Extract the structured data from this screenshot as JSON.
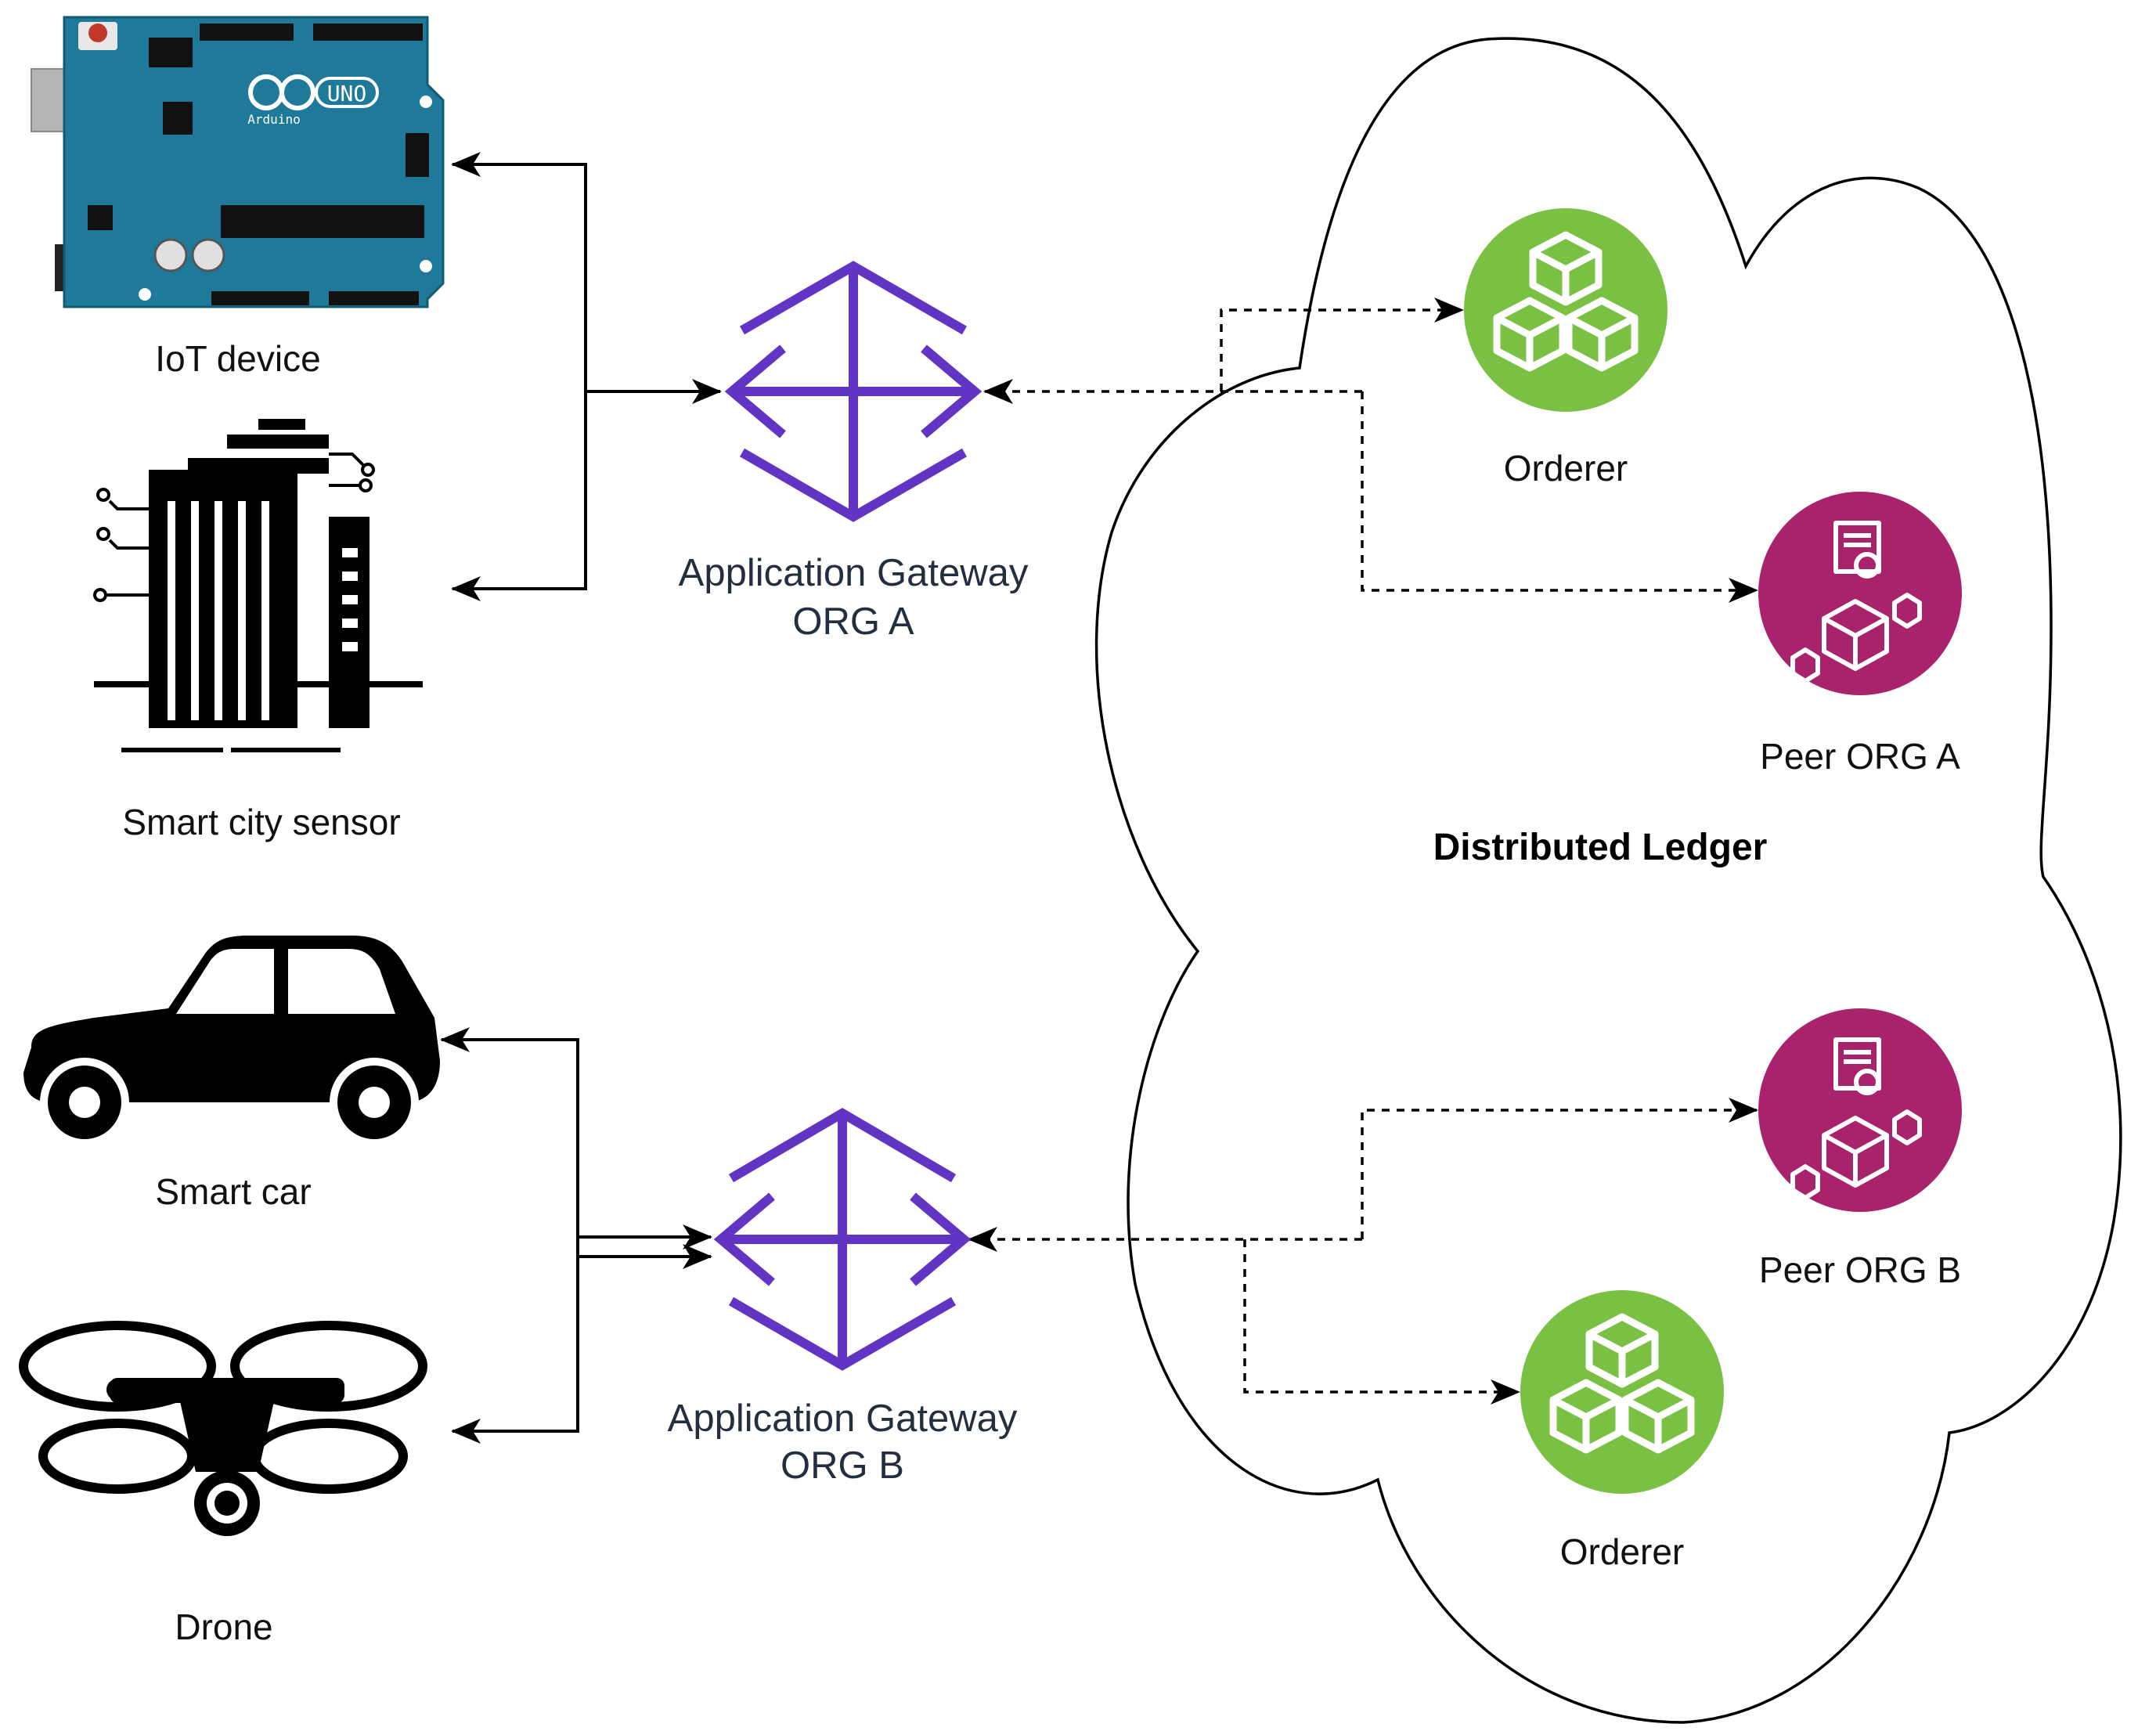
{
  "devices": {
    "iot_label": "IoT device",
    "city_label": "Smart city sensor",
    "car_label": "Smart car",
    "drone_label": "Drone",
    "board_logo": "UNO",
    "board_brand": "Arduino"
  },
  "gateways": {
    "a_line1": "Application Gateway",
    "a_line2": "ORG A",
    "b_line1": "Application Gateway",
    "b_line2": "ORG B"
  },
  "ledger": {
    "title": "Distributed Ledger",
    "orderer_top": "Orderer",
    "peer_a": "Peer ORG A",
    "peer_b": "Peer ORG B",
    "orderer_bottom": "Orderer"
  },
  "colors": {
    "gateway": "#6234c4",
    "orderer": "#7ac143",
    "peer": "#a8236b",
    "board": "#1f7a99",
    "line": "#000000"
  }
}
